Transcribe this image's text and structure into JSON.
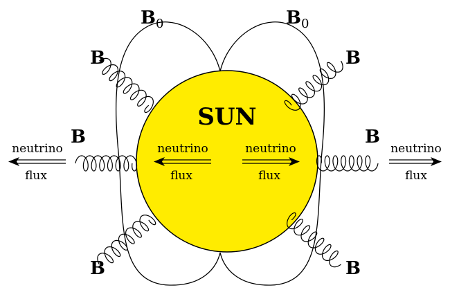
{
  "sun": {
    "label": "SUN",
    "fill": "#FFEC00"
  },
  "field_loops": [
    {
      "label": "B",
      "subscript": "0"
    },
    {
      "label": "B",
      "subscript": "0"
    }
  ],
  "field_lines": [
    {
      "label": "B"
    },
    {
      "label": "B"
    },
    {
      "label": "B"
    },
    {
      "label": "B"
    },
    {
      "label": "B"
    },
    {
      "label": "B"
    }
  ],
  "neutrino_labels": [
    {
      "line1": "neutrino",
      "line2": "flux"
    },
    {
      "line1": "neutrino",
      "line2": "flux"
    },
    {
      "line1": "neutrino",
      "line2": "flux"
    },
    {
      "line1": "neutrino",
      "line2": "flux"
    }
  ]
}
